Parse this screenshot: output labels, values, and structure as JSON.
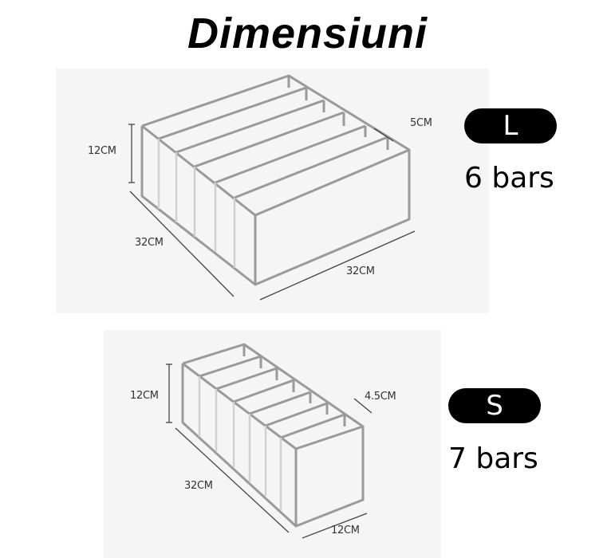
{
  "title": "Dimensiuni",
  "colors": {
    "panel_bg": "#f5f5f5",
    "box_outline": "#9a9a9a",
    "badge_bg": "#000000",
    "badge_text": "#ffffff"
  },
  "sizes": [
    {
      "badge": "L",
      "bars": "6 bars",
      "compartments": 6,
      "dimensions": {
        "height": "12CM",
        "depth": "32CM",
        "width": "32CM",
        "compartment_width": "5CM"
      }
    },
    {
      "badge": "S",
      "bars": "7 bars",
      "compartments": 7,
      "dimensions": {
        "height": "12CM",
        "depth": "32CM",
        "width": "12CM",
        "compartment_width": "4.5CM"
      }
    }
  ]
}
